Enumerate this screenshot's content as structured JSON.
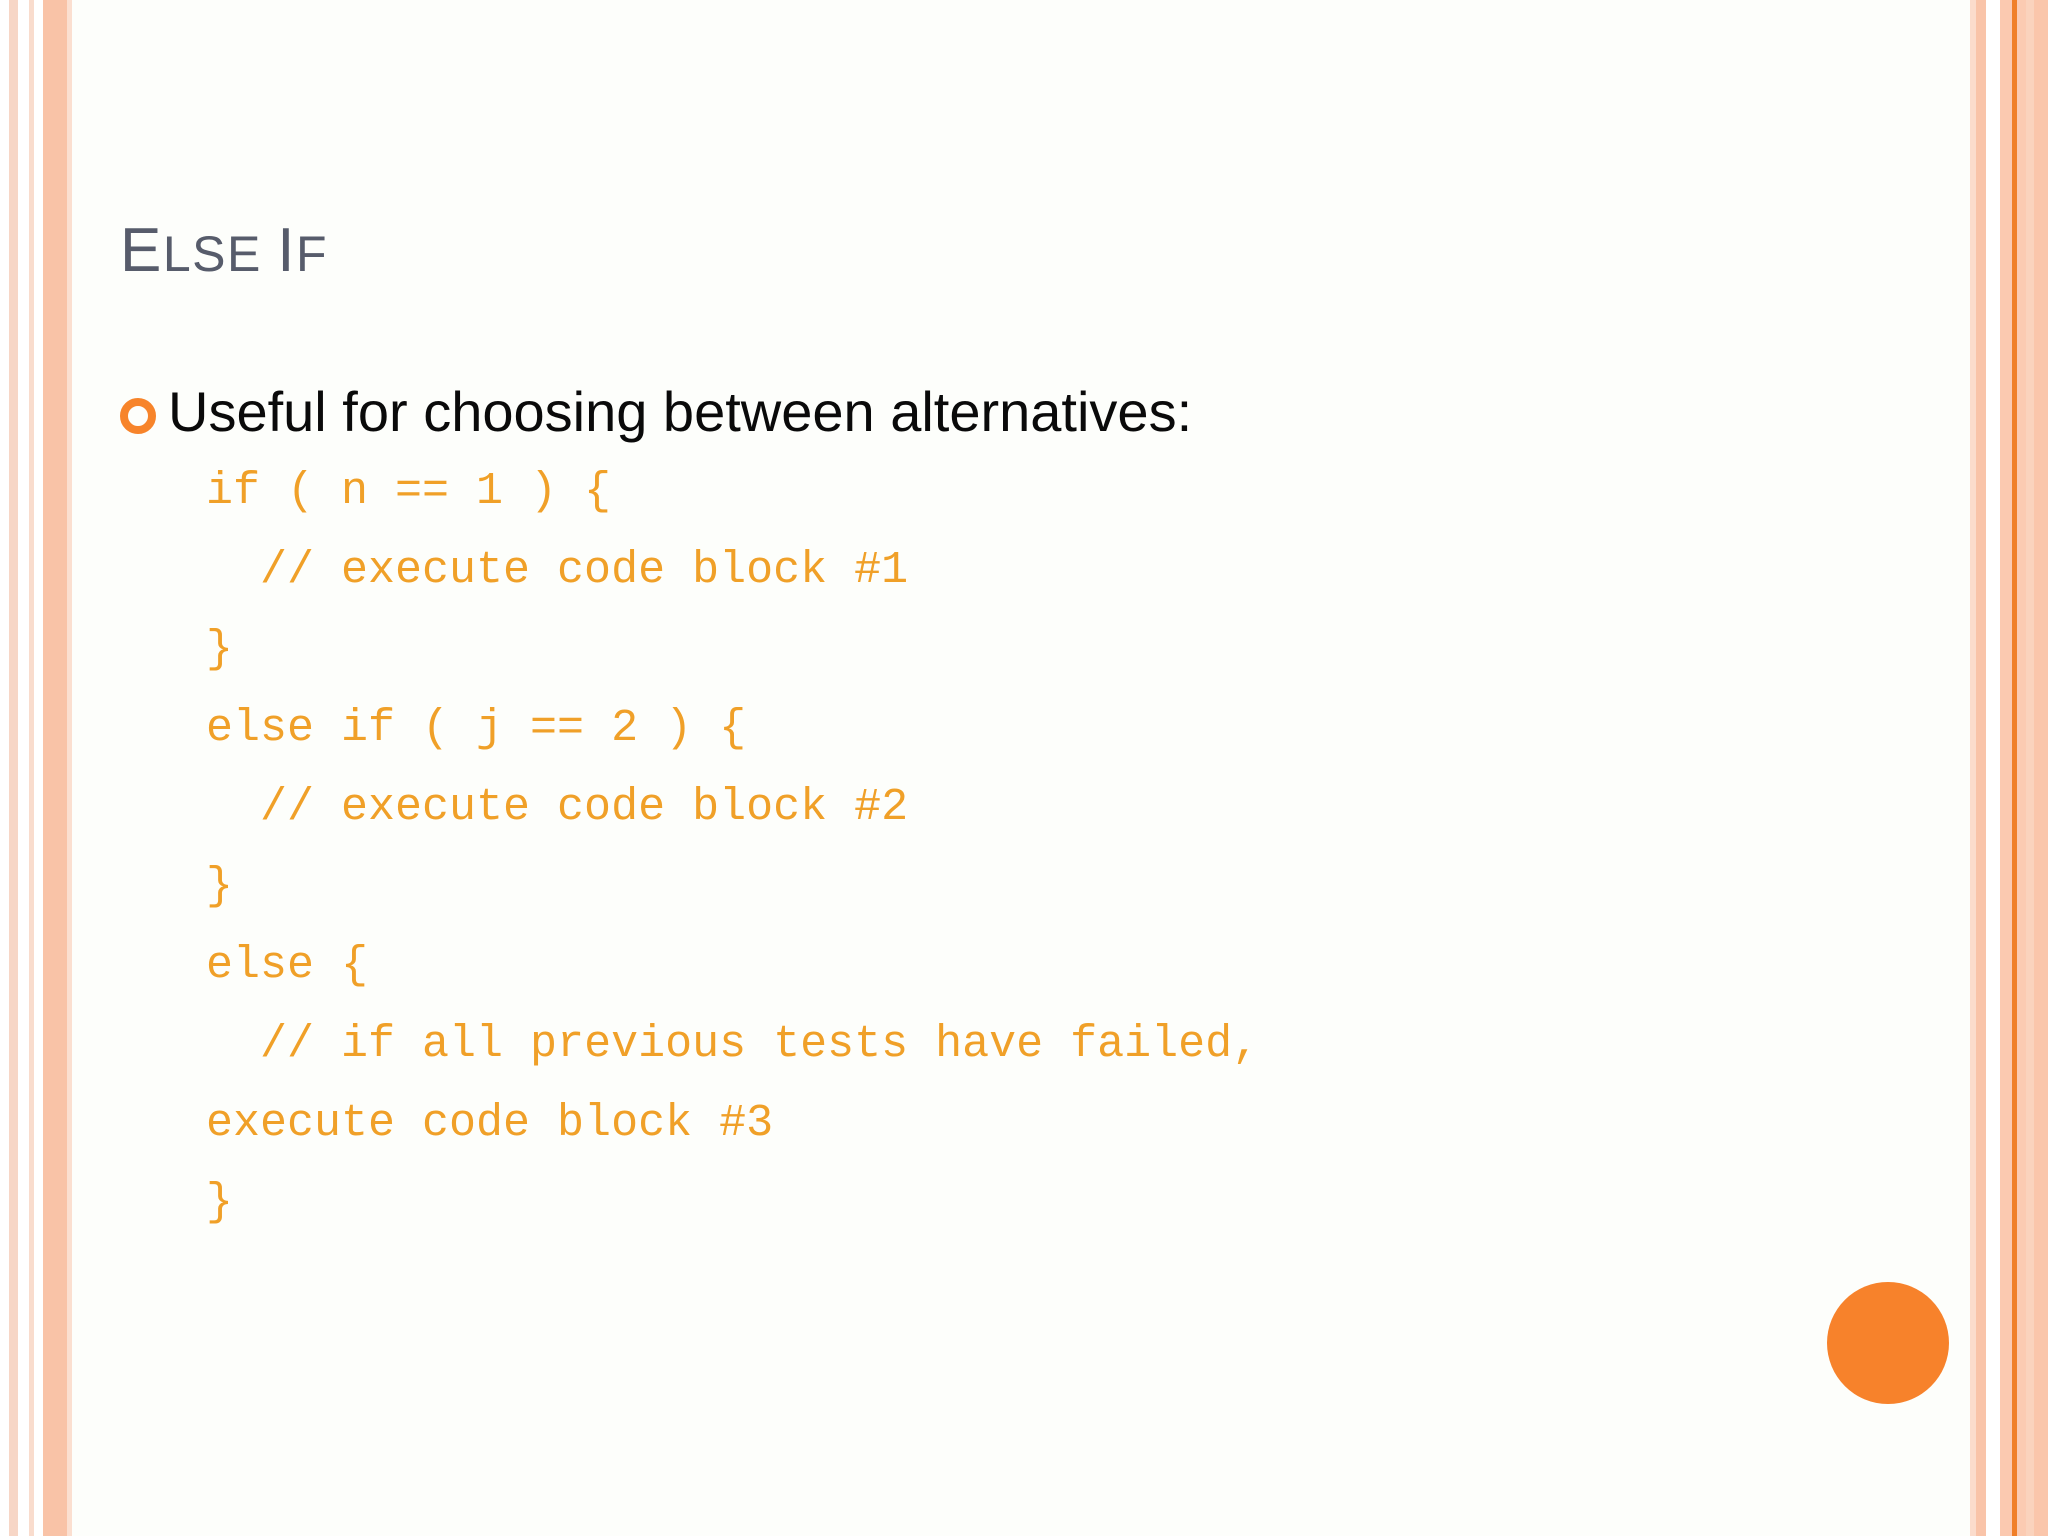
{
  "slide": {
    "background_color": "#FDFEFB",
    "title": "ELSE IF",
    "title_parts": {
      "e": "E",
      "lse": "LSE",
      "space": " ",
      "i": "I",
      "f": "F"
    },
    "title_color": "#575C6B"
  },
  "body": {
    "bullet": {
      "marker": "ring-bullet-icon",
      "marker_color": "#F7842A",
      "text": "Useful for choosing between alternatives:",
      "text_color": "#0A0A0A"
    },
    "code": {
      "color": "#F0A028",
      "lines": [
        "if ( n == 1 ) {",
        "  // execute code block #1",
        "}",
        "else if ( j == 2 ) {",
        "  // execute code block #2",
        "}",
        "else {",
        "  // if all previous tests have failed, execute code block #3",
        "}"
      ]
    }
  },
  "decor": {
    "accent_dot_color": "#F7822B",
    "left_border_colors": [
      "#FFFFFF",
      "#F7D6C6",
      "#FFFFFF",
      "#F9DCCD",
      "#FFFFFF",
      "#F9C3A7",
      "#FBDFD0"
    ],
    "right_border_colors": [
      "#FBDCCC",
      "#F9C4A9",
      "#FFFFFF",
      "#FBC9B0",
      "#F07F28",
      "#FBCBB2",
      "#FAD3BD",
      "#FAC6AB"
    ]
  }
}
